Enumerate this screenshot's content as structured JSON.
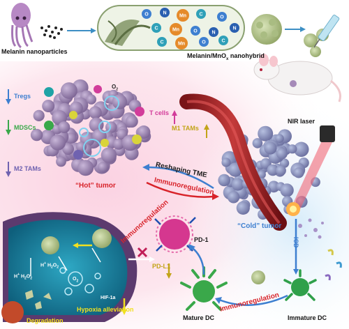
{
  "top": {
    "melanin_label": "Melanin nanoparticles",
    "nanohybrid_label": "Melanin/MnO",
    "nanohybrid_sub": "x",
    "nanohybrid_suffix": " nanohybrid",
    "capsule_atoms": [
      "O",
      "N",
      "Mn",
      "C",
      "O",
      "C",
      "Mn",
      "O",
      "N",
      "C",
      "Mn",
      "O",
      "C",
      "N"
    ]
  },
  "hot_tumor": {
    "title": "“Hot” tumor",
    "tregs": "Tregs",
    "mdscs": "MDSCs",
    "m2": "M2 TAMs",
    "tcells": "T cells",
    "m1": "M1 TAMs",
    "o2": "O",
    "o2_sub": "2"
  },
  "center": {
    "reshaping": "Reshaping TME",
    "immunoreg_top": "Immunoregulation"
  },
  "cold_tumor": {
    "title": "“Cold” tumor",
    "nir": "NIR laser"
  },
  "bottom": {
    "immunoreg_left": "Immunoregulation",
    "pdl1": "PD-L1",
    "pd1": "PD-1",
    "icd": "ICD",
    "immunoreg_bottom": "Immunoregulation",
    "mature_dc": "Mature DC",
    "immature_dc": "Immature DC",
    "h_h2o2_a": "H",
    "h_h2o2_b": "H",
    "h2o2_a": "H",
    "h2o2_b": "H",
    "o2_cell": "O",
    "hif": "HIF-1a",
    "hypoxia": "Hypoxia alleviation",
    "degradation": "Degradation"
  },
  "colors": {
    "purple": "#9a7fb0",
    "red": "#d8232a",
    "blue": "#3d7fd0",
    "teal": "#2c9fc9",
    "yellow": "#f0e020",
    "green": "#3aa84a"
  }
}
